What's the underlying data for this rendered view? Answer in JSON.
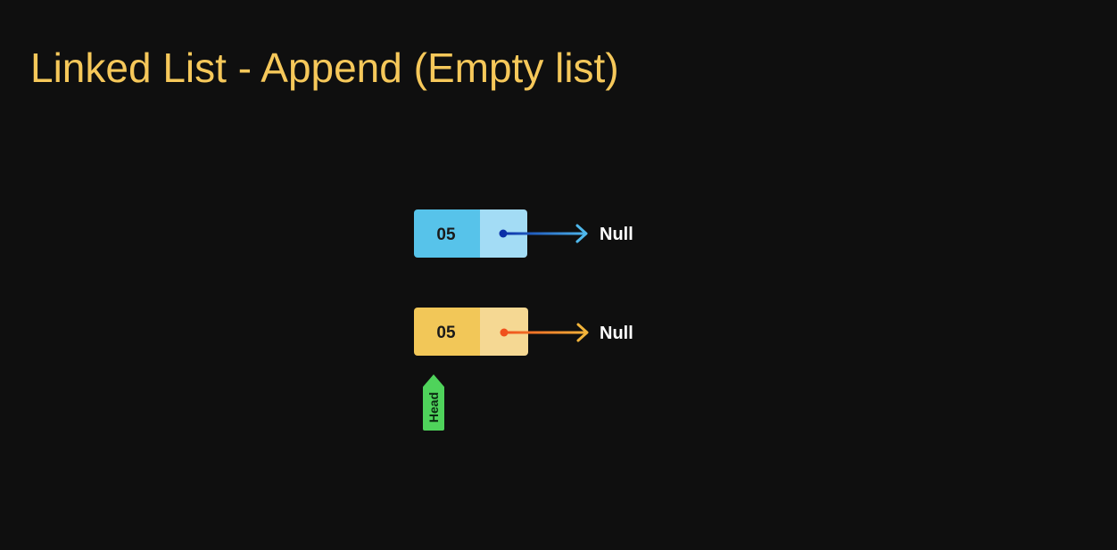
{
  "title": "Linked List - Append (Empty list)",
  "colors": {
    "background": "#0f0f0f",
    "title": "#f6c85a",
    "node1_value_fill": "#57c3ea",
    "node1_pointer_fill": "#a3dcf5",
    "node1_arrow_start": "#0a2fa8",
    "node1_arrow_end": "#4fb8ec",
    "node2_value_fill": "#f2c758",
    "node2_pointer_fill": "#f5d893",
    "node2_arrow_start": "#f0501c",
    "node2_arrow_end": "#f2b43a",
    "head_tag": "#4fd35b",
    "null_text": "#ffffff"
  },
  "nodes": [
    {
      "value": "05",
      "next_label": "Null"
    },
    {
      "value": "05",
      "next_label": "Null"
    }
  ],
  "head_pointer": {
    "label": "Head"
  }
}
